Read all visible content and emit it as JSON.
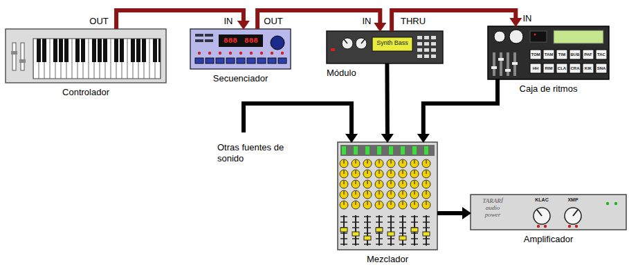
{
  "diagram": {
    "nodes": [
      {
        "text": [
          "Controlador"
        ]
      },
      {
        "text": [
          "Secuenciador"
        ]
      },
      {
        "text": [
          "Módulo"
        ]
      },
      {
        "text": [
          "Caja de ritmos"
        ]
      },
      {
        "text": [
          "Mezclador"
        ]
      },
      {
        "text": [
          "Amplificador"
        ]
      }
    ],
    "edges": [
      {
        "from": 0,
        "to": 1,
        "arrow": "to"
      },
      {
        "from": 1,
        "to": 2,
        "arrow": "to"
      },
      {
        "from": 2,
        "to": 3,
        "arrow": "to"
      },
      {
        "from": 2,
        "to": 4,
        "arrow": "to"
      },
      {
        "from": 3,
        "to": 4,
        "arrow": "to"
      },
      {
        "from": 4,
        "to": 5,
        "arrow": "to"
      }
    ],
    "labels": [
      "OUT",
      "IN",
      "OUT",
      "IN",
      "THRU",
      "IN",
      "888",
      "888",
      "Synth Bass",
      "Otras fuentes de sonido",
      "TARARÍ",
      "audio",
      "power",
      "KLAC",
      "XMP",
      "TOM",
      "TAM",
      "TIM",
      "BUB",
      "PAF",
      "TAC",
      "HH",
      "RIM",
      "CLA",
      "CRA",
      "KIK",
      "SNA"
    ]
  }
}
